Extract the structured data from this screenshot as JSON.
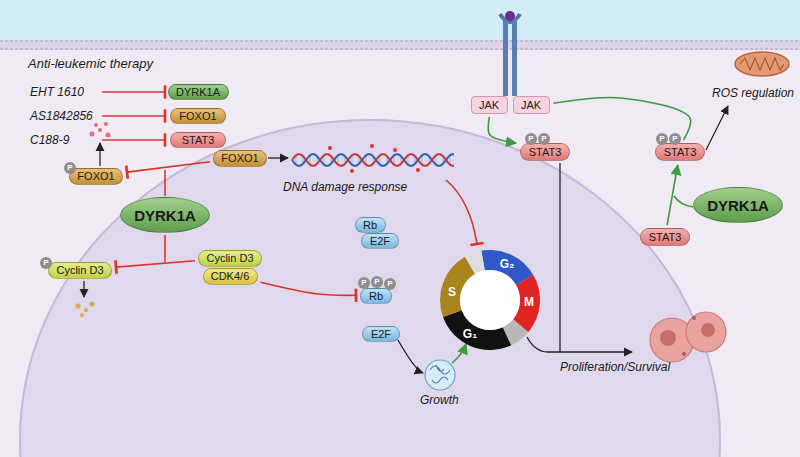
{
  "diagram": {
    "nodes": [
      {
        "text": [
          "DYRK1A"
        ]
      },
      {
        "text": [
          "FOXO1"
        ]
      },
      {
        "text": [
          "STAT3"
        ]
      },
      {
        "text": [
          "JAK"
        ]
      },
      {
        "text": [
          "JAK"
        ]
      },
      {
        "text": [
          "STAT3"
        ]
      },
      {
        "text": [
          "STAT3"
        ]
      },
      {
        "text": [
          "DYRK1A"
        ]
      },
      {
        "text": [
          "STAT3"
        ]
      },
      {
        "text": [
          "FOXO1"
        ]
      },
      {
        "text": [
          "FOXO1"
        ]
      },
      {
        "text": [
          "DYRK1A"
        ]
      },
      {
        "text": [
          "Cyclin D3"
        ]
      },
      {
        "text": [
          "Cyclin D3"
        ]
      },
      {
        "text": [
          "CDK4/6"
        ]
      },
      {
        "text": [
          "Rb"
        ]
      },
      {
        "text": [
          "E2F"
        ]
      },
      {
        "text": [
          "Rb"
        ]
      },
      {
        "text": [
          "E2F"
        ]
      },
      {
        "text": [
          "G₂",
          "M",
          "S",
          "G₁"
        ]
      }
    ],
    "edges": [
      {
        "from": 10,
        "to": 9,
        "arrow": "to"
      },
      {
        "from": 13,
        "to": 12,
        "arrow": "to"
      },
      {
        "from": 14,
        "to": 17,
        "arrow": "to"
      },
      {
        "from": 3,
        "to": 5,
        "arrow": "to"
      },
      {
        "from": 6,
        "to": 4,
        "arrow": "none"
      },
      {
        "from": 8,
        "to": 6,
        "arrow": "to"
      }
    ],
    "labels": [
      "Anti-leukemic therapy",
      "EHT 1610",
      "AS1842856",
      "C188-9",
      "ROS regulation",
      "DNA damage response",
      "Growth",
      "Proliferation/Survival",
      "P",
      "P",
      "P",
      "P",
      "P",
      "P",
      "P",
      "P",
      "P"
    ]
  }
}
